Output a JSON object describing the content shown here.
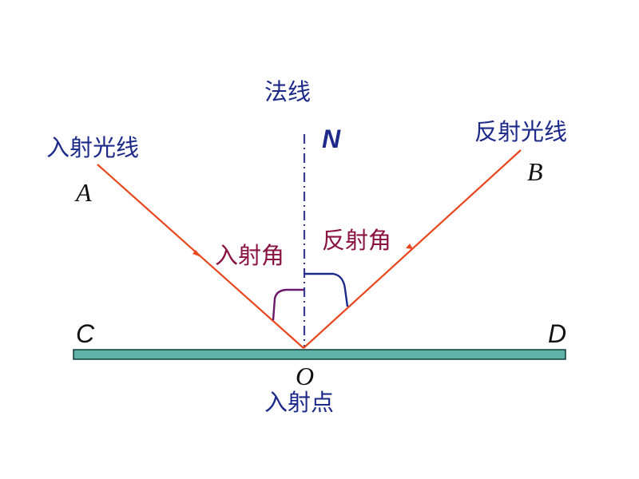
{
  "labels": {
    "normal": "法线",
    "normal_point": "N",
    "incident_ray": "入射光线",
    "incident_point_letter": "A",
    "reflected_ray": "反射光线",
    "reflected_point_letter": "B",
    "incidence_angle": "入射角",
    "reflection_angle": "反射角",
    "mirror_left": "C",
    "mirror_right": "D",
    "origin_letter": "O",
    "origin_name": "入射点"
  },
  "colors": {
    "ray": "#e8461c",
    "normal": "#3a3a8c",
    "text_blue": "#1d2a8a",
    "text_angle": "#8a1242",
    "arc_incidence": "#6a1a6a",
    "arc_reflection": "#1d2a8a",
    "mirror_fill": "#5fb2a8",
    "mirror_stroke": "#123b36"
  }
}
